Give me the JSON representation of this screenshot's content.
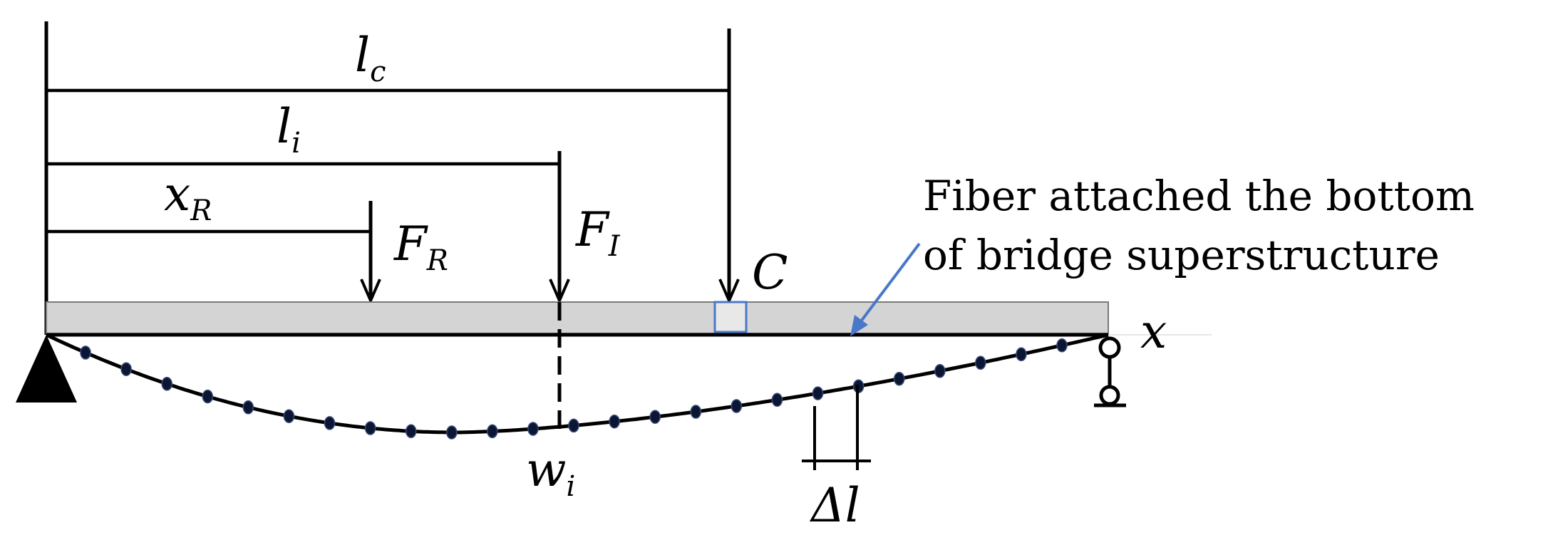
{
  "labels": {
    "l_c": {
      "main": "l",
      "sub": "c"
    },
    "l_i": {
      "main": "l",
      "sub": "i"
    },
    "x_R": {
      "main": "x",
      "sub": "R"
    },
    "F_R": {
      "main": "F",
      "sub": "R"
    },
    "F_I": {
      "main": "F",
      "sub": "I"
    },
    "C": "C",
    "x_axis": "x",
    "w_i": {
      "main": "w",
      "sub": "i"
    },
    "delta_l": "Δl"
  },
  "annotation": {
    "line1": "Fiber attached the bottom",
    "line2": "of bridge superstructure"
  },
  "fiber_points_count": 25,
  "colors": {
    "beam_fill": "#d4d4d4",
    "beam_stroke": "#7a7a7a",
    "annotation_arrow": "#4a78c9",
    "sensor_box": "#4a78c9",
    "fiber_dot": "#0b1633",
    "line": "#000000"
  }
}
